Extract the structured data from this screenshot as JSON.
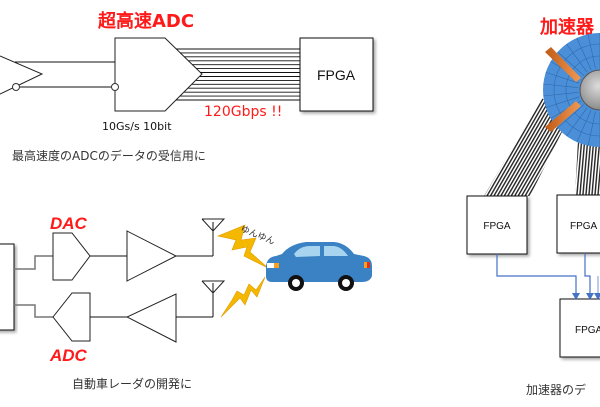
{
  "panels": {
    "adc": {
      "title": "超高速ADC",
      "spec_label": "10Gs/s 10bit",
      "throughput_label": "120Gbps !!",
      "fpga_label": "FPGA",
      "caption": "最高速度のADCのデータの受信用に"
    },
    "radar": {
      "dac_label": "DAC",
      "adc_label": "ADC",
      "onomatopoeia": "ゆんゆん",
      "caption": "自動車レーダの開発に"
    },
    "accelerator": {
      "title": "加速器",
      "fpga_left_label": "FPGA",
      "fpga_right_label": "FPGA",
      "fpga_bottom_label": "FPGA",
      "caption": "加速器のデ"
    }
  },
  "colors": {
    "title_red": "#ff1a1a",
    "bus_lines": "#111111",
    "arrow_blue": "#4472c4",
    "accelerator_blue": "#4a8fd8",
    "accelerator_orange": "#e07a2e",
    "bolt_yellow": "#f5b800",
    "car_blue": "#3b82c4"
  }
}
